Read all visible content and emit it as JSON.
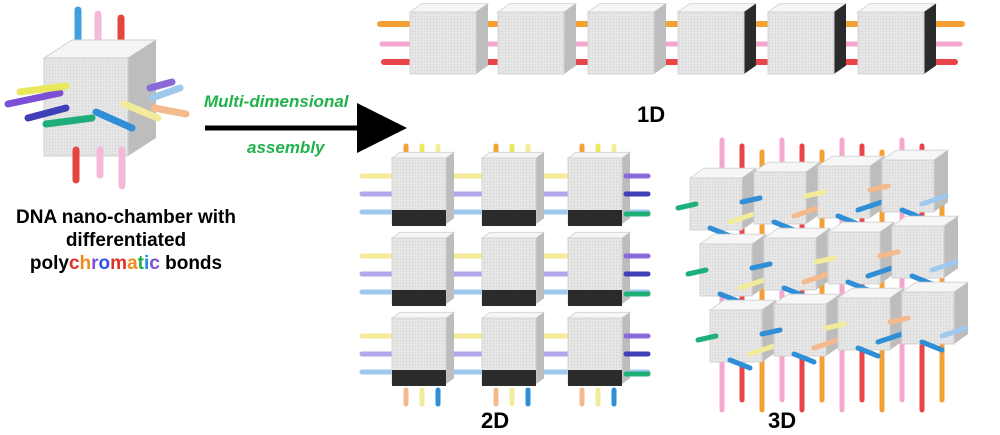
{
  "caption": {
    "line1": "DNA nano-chamber with",
    "line2": "differentiated",
    "line3_parts": [
      {
        "text": "poly",
        "color": "#000000"
      },
      {
        "text": "c",
        "color": "#e0302a"
      },
      {
        "text": "h",
        "color": "#f08a1c"
      },
      {
        "text": "r",
        "color": "#7b4fd6"
      },
      {
        "text": "o",
        "color": "#2d55e8"
      },
      {
        "text": "m",
        "color": "#e0302a"
      },
      {
        "text": "a",
        "color": "#f08a1c"
      },
      {
        "text": "t",
        "color": "#1fae4a"
      },
      {
        "text": "i",
        "color": "#1a8fd8"
      },
      {
        "text": "c",
        "color": "#7b4fd6"
      },
      {
        "text": " bonds",
        "color": "#000000"
      }
    ]
  },
  "arrow_label": {
    "line1": "Multi-dimensional",
    "line2": "assembly",
    "color": "#21b24b"
  },
  "labels": {
    "d1": "1D",
    "d2": "2D",
    "d3": "3D"
  },
  "colors": {
    "cube_front": "#e8e8e8",
    "cube_top": "#f6f6f6",
    "cube_side": "#bdbdbd",
    "cube_dark": "#2b2b2b",
    "bond_red": "#e8444a",
    "bond_pink": "#f4a6cf",
    "bond_orange": "#f5a035",
    "bond_yellow": "#e8e85a",
    "bond_lightyellow": "#f2ec9a",
    "bond_purple": "#8a6ad8",
    "bond_lavender": "#b3a6ec",
    "bond_green": "#1fb07a",
    "bond_blue": "#2e8fd6",
    "bond_lightblue": "#9fc8ee",
    "bond_peach": "#f4b98c",
    "bond_navy": "#3f3fb8"
  }
}
